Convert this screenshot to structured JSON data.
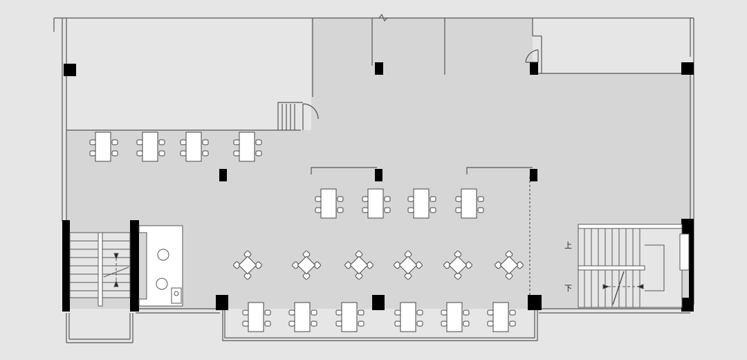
{
  "plan": {
    "stair_labels": {
      "up": "上",
      "down": "下"
    },
    "colors": {
      "page_bg": "#e6e6e6",
      "floor_fill": "#d6d6d6",
      "wall": "#555555",
      "column": "#000000",
      "furniture_fill": "#ffffff",
      "furniture_stroke": "#444444"
    },
    "dining_room": {
      "rectangular_tables_with_4_chairs": 14,
      "square_tables_with_4_chairs": 6
    }
  }
}
